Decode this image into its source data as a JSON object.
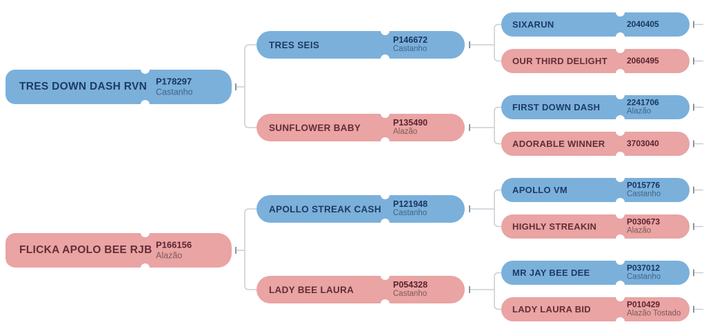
{
  "title": "Horse pedigree chart",
  "colors": {
    "male_box": "#7BB0DB",
    "male_text": "#1C3B64",
    "female_box": "#E9A4A3",
    "female_text": "#632D37",
    "connector_line": "#C9CED3",
    "connector_tick": "#8A959D",
    "background": "#FFFFFF"
  },
  "tree": {
    "generation1": [
      {
        "name": "TRES DOWN DASH RVN",
        "reg": "P178297",
        "coat": "Castanho",
        "sex": "male"
      },
      {
        "name": "FLICKA APOLO BEE RJB",
        "reg": "P166156",
        "coat": "Alazão",
        "sex": "female"
      }
    ],
    "generation2": [
      {
        "name": "TRES SEIS",
        "reg": "P146672",
        "coat": "Castanho",
        "sex": "male"
      },
      {
        "name": "SUNFLOWER BABY",
        "reg": "P135490",
        "coat": "Alazão",
        "sex": "female"
      },
      {
        "name": "APOLLO STREAK CASH",
        "reg": "P121948",
        "coat": "Castanho",
        "sex": "male"
      },
      {
        "name": "LADY BEE LAURA",
        "reg": "P054328",
        "coat": "Castanho",
        "sex": "female"
      }
    ],
    "generation3": [
      {
        "name": "SIXARUN",
        "reg": "2040405",
        "coat": "",
        "sex": "male"
      },
      {
        "name": "OUR THIRD DELIGHT",
        "reg": "2060495",
        "coat": "",
        "sex": "female"
      },
      {
        "name": "FIRST DOWN DASH",
        "reg": "2241706",
        "coat": "Alazão",
        "sex": "male"
      },
      {
        "name": "ADORABLE WINNER",
        "reg": "3703040",
        "coat": "",
        "sex": "female"
      },
      {
        "name": "APOLLO VM",
        "reg": "P015776",
        "coat": "Castanho",
        "sex": "male"
      },
      {
        "name": "HIGHLY STREAKIN",
        "reg": "P030673",
        "coat": "Alazão",
        "sex": "female"
      },
      {
        "name": "MR JAY BEE DEE",
        "reg": "P037012",
        "coat": "Castanho",
        "sex": "male"
      },
      {
        "name": "LADY LAURA BID",
        "reg": "P010429",
        "coat": "Alazão Tostado",
        "sex": "female"
      }
    ]
  }
}
